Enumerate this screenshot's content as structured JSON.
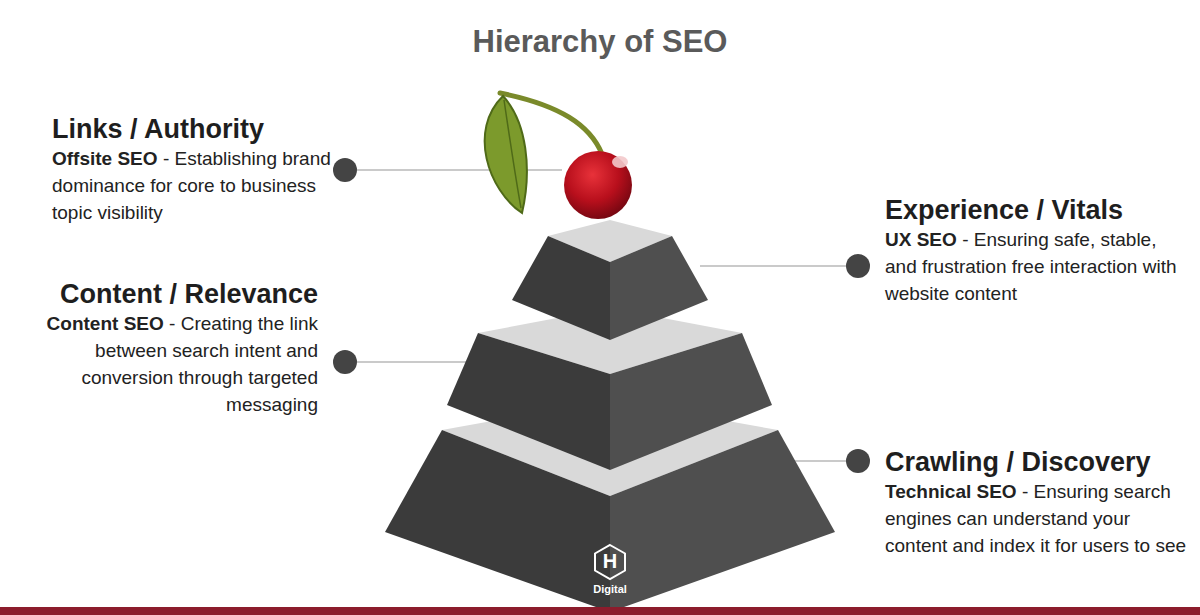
{
  "diagram": {
    "title": "Hierarchy of SEO",
    "labels": [
      "Links / Authority",
      "Offsite SEO",
      "- Establishing brand dominance for core to business topic visibility",
      "Content / Relevance",
      "Content SEO",
      "- Creating the link between search intent and conversion through targeted messaging",
      "Experience / Vitals",
      "UX SEO",
      "- Ensuring safe, stable, and frustration free interaction with website content",
      "Crawling / Discovery",
      "Technical SEO",
      "- Ensuring search engines can understand your content and index it for users to see",
      "H",
      "Digital"
    ]
  }
}
